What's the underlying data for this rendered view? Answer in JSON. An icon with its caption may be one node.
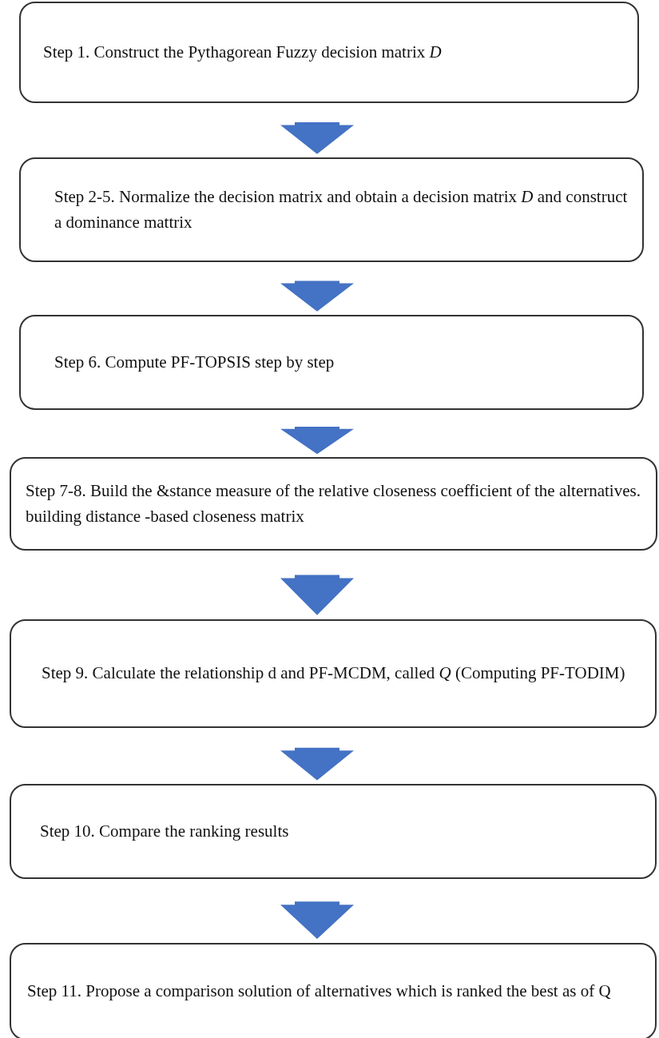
{
  "diagram": {
    "nodes": [
      {
        "text": [
          "Step 1. Construct the Pythagorean Fuzzy decision matrix *D*"
        ]
      },
      {
        "text": [
          "Step 2-5. Normalize the decision matrix and obtain a decision matrix *D* and construct a dominance mattrix"
        ]
      },
      {
        "text": [
          "Step 6. Compute PF-TOPSIS step by step"
        ]
      },
      {
        "text": [
          "Step 7-8. Build the &stance measure of the relative closeness coefficient of the alternatives. building distance -based closeness matrix"
        ]
      },
      {
        "text": [
          "Step 9. Calculate the relationship d and PF-MCDM, called *Q* (Computing PF-TODIM)"
        ]
      },
      {
        "text": [
          "Step 10. Compare the ranking results"
        ]
      },
      {
        "text": [
          "Step 11. Propose a comparison solution of alternatives which is ranked the best as of Q"
        ]
      }
    ],
    "edges": [
      {
        "from": 0,
        "to": 1,
        "arrow": "to"
      },
      {
        "from": 1,
        "to": 2,
        "arrow": "to"
      },
      {
        "from": 2,
        "to": 3,
        "arrow": "to"
      },
      {
        "from": 3,
        "to": 4,
        "arrow": "to"
      },
      {
        "from": 4,
        "to": 5,
        "arrow": "to"
      },
      {
        "from": 5,
        "to": 6,
        "arrow": "to"
      }
    ]
  }
}
